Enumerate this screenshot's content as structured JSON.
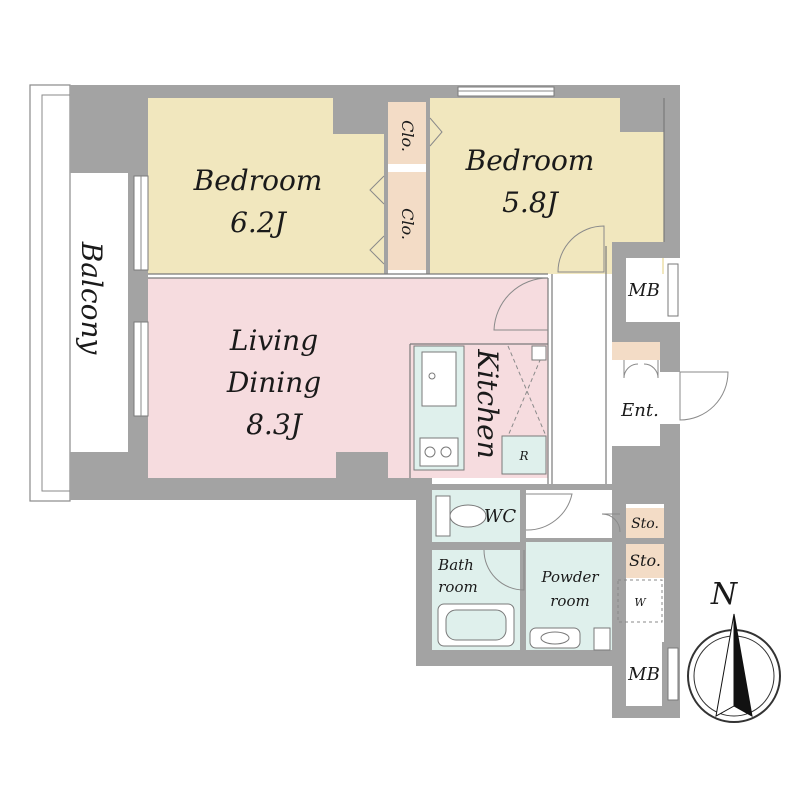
{
  "rooms": {
    "bedroom1": {
      "name": "Bedroom",
      "size": "6.2J"
    },
    "bedroom2": {
      "name": "Bedroom",
      "size": "5.8J"
    },
    "living": {
      "line1": "Living",
      "line2": "Dining",
      "size": "8.3J"
    },
    "kitchen": "Kitchen",
    "fridge": "R",
    "closet1": "Clo.",
    "closet2": "Clo.",
    "balcony": "Balcony",
    "mb1": "MB",
    "mb2": "MB",
    "entrance": "Ent.",
    "wc": "WC",
    "bath": {
      "line1": "Bath",
      "line2": "room"
    },
    "powder": {
      "line1": "Powder",
      "line2": "room"
    },
    "washer": "W",
    "storage1": "Sto.",
    "storage2": "Sto."
  },
  "compass": {
    "north": "N"
  },
  "colors": {
    "bedroom": "#f1e7be",
    "living": "#f6dcdf",
    "wet": "#dff0ec",
    "storage": "#f3dcc6",
    "wall": "#a3a3a3"
  }
}
